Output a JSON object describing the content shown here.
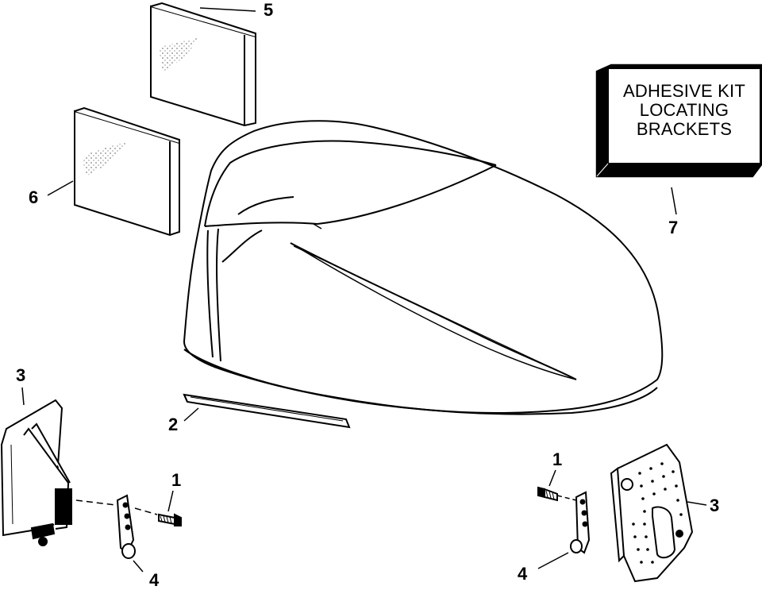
{
  "callouts": {
    "c1_left": "1",
    "c1_right": "1",
    "c2": "2",
    "c3_left": "3",
    "c3_right": "3",
    "c4_left": "4",
    "c4_right": "4",
    "c5": "5",
    "c6": "6",
    "c7": "7"
  },
  "kit_box": {
    "line1": "ADHESIVE KIT",
    "line2": "LOCATING",
    "line3": "BRACKETS"
  },
  "colors": {
    "ink": "#000000",
    "paper": "#ffffff"
  }
}
